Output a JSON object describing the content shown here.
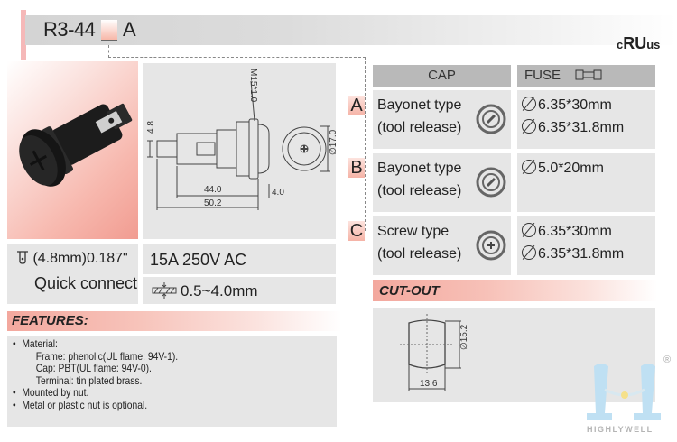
{
  "header": {
    "model_prefix": "R3-44",
    "model_suffix": "A",
    "certification_mark": {
      "c": "c",
      "mark": "RU",
      "us": "us"
    }
  },
  "colors": {
    "accent_pink": "#f5b3a6",
    "panel_gray": "#e6e6e6",
    "header_gray": "#b9b9b9"
  },
  "drawing": {
    "thread": "M15*1.0",
    "tab_width": "4.8",
    "length_body": "44.0",
    "length_total": "50.2",
    "panel_thickness": "4.0",
    "diameter": "∅17.0"
  },
  "specs": {
    "terminal_line1": "(4.8mm)0.187\"",
    "terminal_line2": "Quick connect",
    "terminal_icon": "quick-connect-terminal-icon",
    "rating": "15A 250V AC",
    "panel_thickness": "0.5~4.0mm",
    "panel_icon": "panel-thickness-icon"
  },
  "features": {
    "heading": "FEATURES:",
    "items": [
      {
        "text": "Material:",
        "sub": [
          "Frame: phenolic(UL flame: 94V-1).",
          "Cap: PBT(UL flame: 94V-0).",
          "Terminal: tin plated brass."
        ]
      },
      {
        "text": "Mounted by nut."
      },
      {
        "text": "Metal or plastic nut is optional."
      }
    ]
  },
  "options_table": {
    "headers": {
      "cap": "CAP",
      "fuse": "FUSE"
    },
    "rows": [
      {
        "letter": "A",
        "cap_line1": "Bayonet type",
        "cap_line2": "(tool release)",
        "fuse": [
          "6.35*30mm",
          "6.35*31.8mm"
        ]
      },
      {
        "letter": "B",
        "cap_line1": "Bayonet type",
        "cap_line2": "(tool release)",
        "fuse": [
          "5.0*20mm"
        ]
      },
      {
        "letter": "C",
        "cap_line1": "Screw type",
        "cap_line2": "(tool release)",
        "fuse": [
          "6.35*30mm",
          "6.35*31.8mm"
        ]
      }
    ]
  },
  "cutout": {
    "heading": "CUT-OUT",
    "diameter": "∅15.2",
    "width": "13.6"
  },
  "brand": {
    "name": "HIGHLYWELL",
    "registered": "®"
  }
}
